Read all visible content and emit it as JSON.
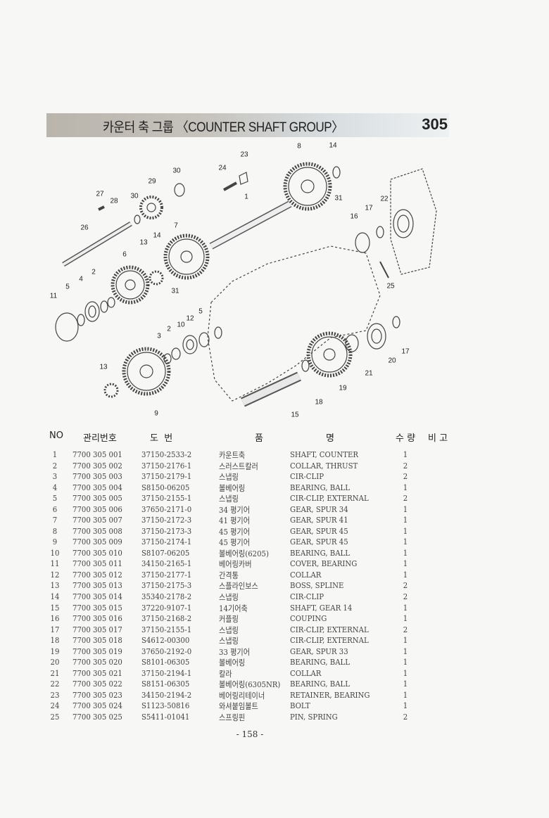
{
  "header": {
    "title": "카운터 축 그룹 〈COUNTER SHAFT GROUP〉",
    "group_number": "305"
  },
  "diagram": {
    "callouts": [
      "23",
      "8",
      "14",
      "24",
      "30",
      "29",
      "1",
      "27",
      "28",
      "30",
      "31",
      "22",
      "17",
      "16",
      "26",
      "7",
      "14",
      "13",
      "6",
      "4",
      "2",
      "31",
      "5",
      "11",
      "25",
      "3",
      "2",
      "10",
      "12",
      "5",
      "17",
      "20",
      "21",
      "13",
      "19",
      "18",
      "9",
      "15"
    ]
  },
  "table": {
    "columns": {
      "no": "NO",
      "mgmt": "관리번호",
      "drawing": "도  번",
      "name_a": "품",
      "name_b": "명",
      "qty": "수 량",
      "note": "비 고"
    },
    "rows": [
      {
        "no": "1",
        "mgmt": "7700 305 001",
        "drawing": "37150-2533-2",
        "kr": "카운트축",
        "en": "SHAFT, COUNTER",
        "qty": "1"
      },
      {
        "no": "2",
        "mgmt": "7700 305 002",
        "drawing": "37150-2176-1",
        "kr": "스러스트칼러",
        "en": "COLLAR, THRUST",
        "qty": "2"
      },
      {
        "no": "3",
        "mgmt": "7700 305 003",
        "drawing": "37150-2179-1",
        "kr": "스냅링",
        "en": "CIR-CLIP",
        "qty": "2"
      },
      {
        "no": "4",
        "mgmt": "7700 305 004",
        "drawing": "S8150-06205",
        "kr": "볼베어링",
        "en": "BEARING, BALL",
        "qty": "1"
      },
      {
        "no": "5",
        "mgmt": "7700 305 005",
        "drawing": "37150-2155-1",
        "kr": "스냅링",
        "en": "CIR-CLIP, EXTERNAL",
        "qty": "2"
      },
      {
        "no": "6",
        "mgmt": "7700 305 006",
        "drawing": "37650-2171-0",
        "kr": "34 평기어",
        "en": "GEAR, SPUR 34",
        "qty": "1"
      },
      {
        "no": "7",
        "mgmt": "7700 305 007",
        "drawing": "37150-2172-3",
        "kr": "41 평기어",
        "en": "GEAR, SPUR 41",
        "qty": "1"
      },
      {
        "no": "8",
        "mgmt": "7700 305 008",
        "drawing": "37150-2173-3",
        "kr": "45 평기어",
        "en": "GEAR, SPUR 45",
        "qty": "1"
      },
      {
        "no": "9",
        "mgmt": "7700 305 009",
        "drawing": "37150-2174-1",
        "kr": "45 평기어",
        "en": "GEAR, SPUR 45",
        "qty": "1"
      },
      {
        "no": "10",
        "mgmt": "7700 305 010",
        "drawing": "S8107-06205",
        "kr": "볼베어링(6205)",
        "en": "BEARING, BALL",
        "qty": "1"
      },
      {
        "no": "11",
        "mgmt": "7700 305 011",
        "drawing": "34150-2165-1",
        "kr": "베어링카버",
        "en": "COVER, BEARING",
        "qty": "1"
      },
      {
        "no": "12",
        "mgmt": "7700 305 012",
        "drawing": "37150-2177-1",
        "kr": "간격통",
        "en": "COLLAR",
        "qty": "1"
      },
      {
        "no": "13",
        "mgmt": "7700 305 013",
        "drawing": "37150-2175-3",
        "kr": "스플라인보스",
        "en": "BOSS, SPLINE",
        "qty": "2"
      },
      {
        "no": "14",
        "mgmt": "7700 305 014",
        "drawing": "35340-2178-2",
        "kr": "스냅링",
        "en": "CIR-CLIP",
        "qty": "2"
      },
      {
        "no": "15",
        "mgmt": "7700 305 015",
        "drawing": "37220-9107-1",
        "kr": "14기어축",
        "en": "SHAFT, GEAR 14",
        "qty": "1"
      },
      {
        "no": "16",
        "mgmt": "7700 305 016",
        "drawing": "37150-2168-2",
        "kr": "커플링",
        "en": "COUPING",
        "qty": "1"
      },
      {
        "no": "17",
        "mgmt": "7700 305 017",
        "drawing": "37150-2155-1",
        "kr": "스냅링",
        "en": "CIR-CLIP, EXTERNAL",
        "qty": "2"
      },
      {
        "no": "18",
        "mgmt": "7700 305 018",
        "drawing": "S4612-00300",
        "kr": "스냅링",
        "en": "CIR-CLIP, EXTERNAL",
        "qty": "1"
      },
      {
        "no": "19",
        "mgmt": "7700 305 019",
        "drawing": "37650-2192-0",
        "kr": "33 평기어",
        "en": "GEAR, SPUR 33",
        "qty": "1"
      },
      {
        "no": "20",
        "mgmt": "7700 305 020",
        "drawing": "S8101-06305",
        "kr": "볼베어링",
        "en": "BEARING, BALL",
        "qty": "1"
      },
      {
        "no": "21",
        "mgmt": "7700 305 021",
        "drawing": "37150-2194-1",
        "kr": "칼라",
        "en": "COLLAR",
        "qty": "1"
      },
      {
        "no": "22",
        "mgmt": "7700 305 022",
        "drawing": "S8151-06305",
        "kr": "볼베어링(6305NR)",
        "en": "BEARING, BALL",
        "qty": "1"
      },
      {
        "no": "23",
        "mgmt": "7700 305 023",
        "drawing": "34150-2194-2",
        "kr": "베어링리테이너",
        "en": "RETAINER, BEARING",
        "qty": "1"
      },
      {
        "no": "24",
        "mgmt": "7700 305 024",
        "drawing": "S1123-50816",
        "kr": "와셔붙임볼트",
        "en": "BOLT",
        "qty": "1"
      },
      {
        "no": "25",
        "mgmt": "7700 305 025",
        "drawing": "S5411-01041",
        "kr": "스프링핀",
        "en": "PIN, SPRING",
        "qty": "2"
      }
    ]
  },
  "footer": {
    "page_number": "- 158 -"
  }
}
